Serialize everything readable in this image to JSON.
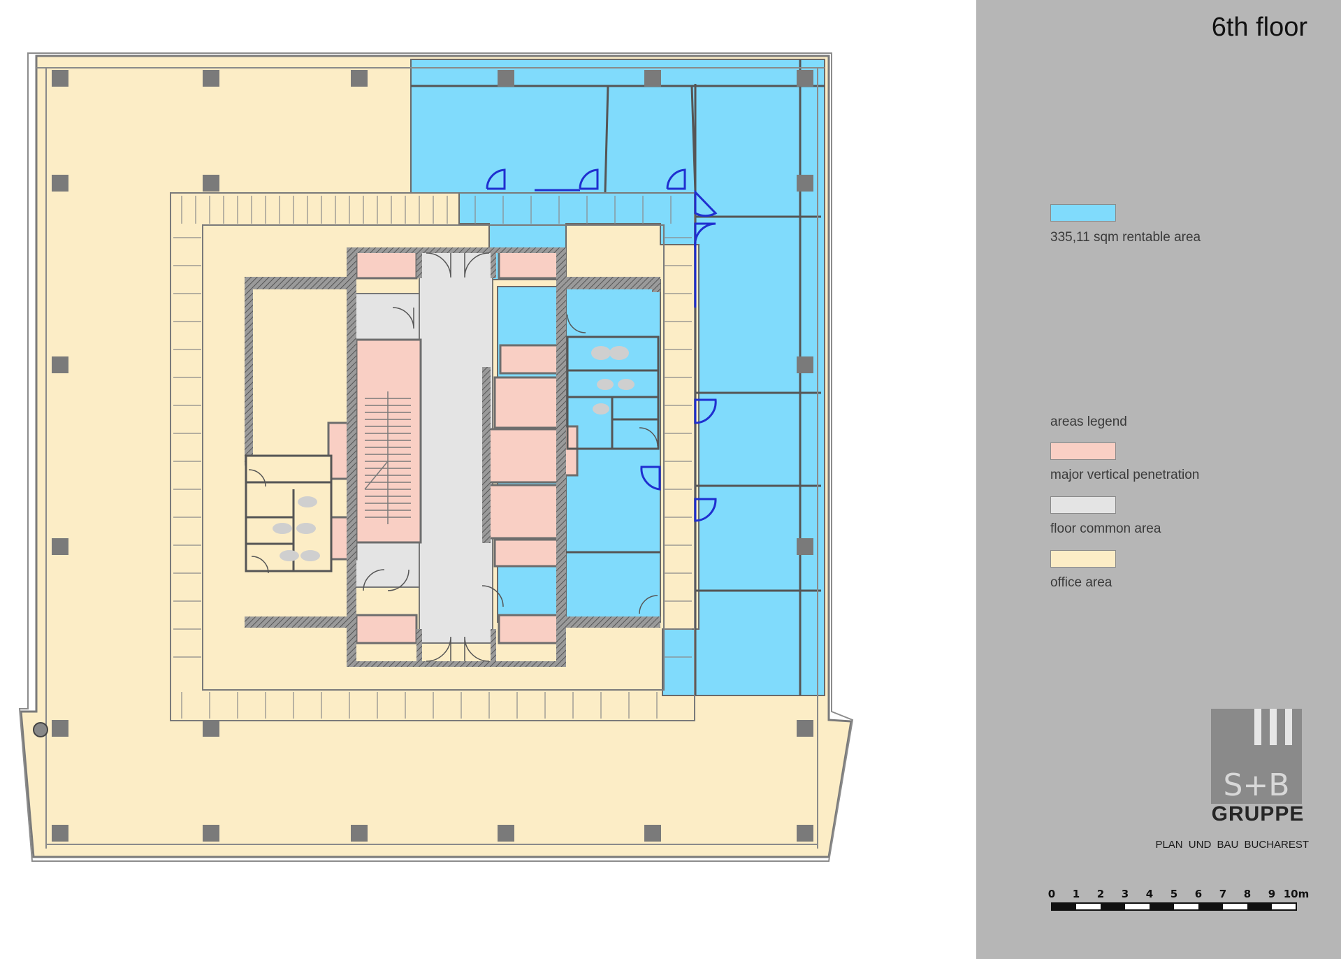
{
  "page_title": "6th floor",
  "legend": {
    "rentable": {
      "label": "335,11 sqm rentable area",
      "color": "#80dbfc"
    },
    "heading": "areas legend",
    "items": [
      {
        "label": "major vertical penetration",
        "color": "#f9cfc4"
      },
      {
        "label": "floor common area",
        "color": "#e4e4e4"
      },
      {
        "label": "office area",
        "color": "#fcedc6"
      }
    ]
  },
  "logo": {
    "mark": "S+B",
    "name": "GRUPPE",
    "subtitle": "PLAN UND BAU BUCHAREST"
  },
  "scale_bar": {
    "ticks": [
      "0",
      "1",
      "2",
      "3",
      "4",
      "5",
      "6",
      "7",
      "8",
      "9",
      "10m"
    ]
  },
  "colors": {
    "wall": "#7a7a7a",
    "rentable": "#80dbfc",
    "office": "#fcedc6",
    "core": "#f9cfc4",
    "common": "#e4e4e4",
    "door": "#1f2fd0"
  }
}
